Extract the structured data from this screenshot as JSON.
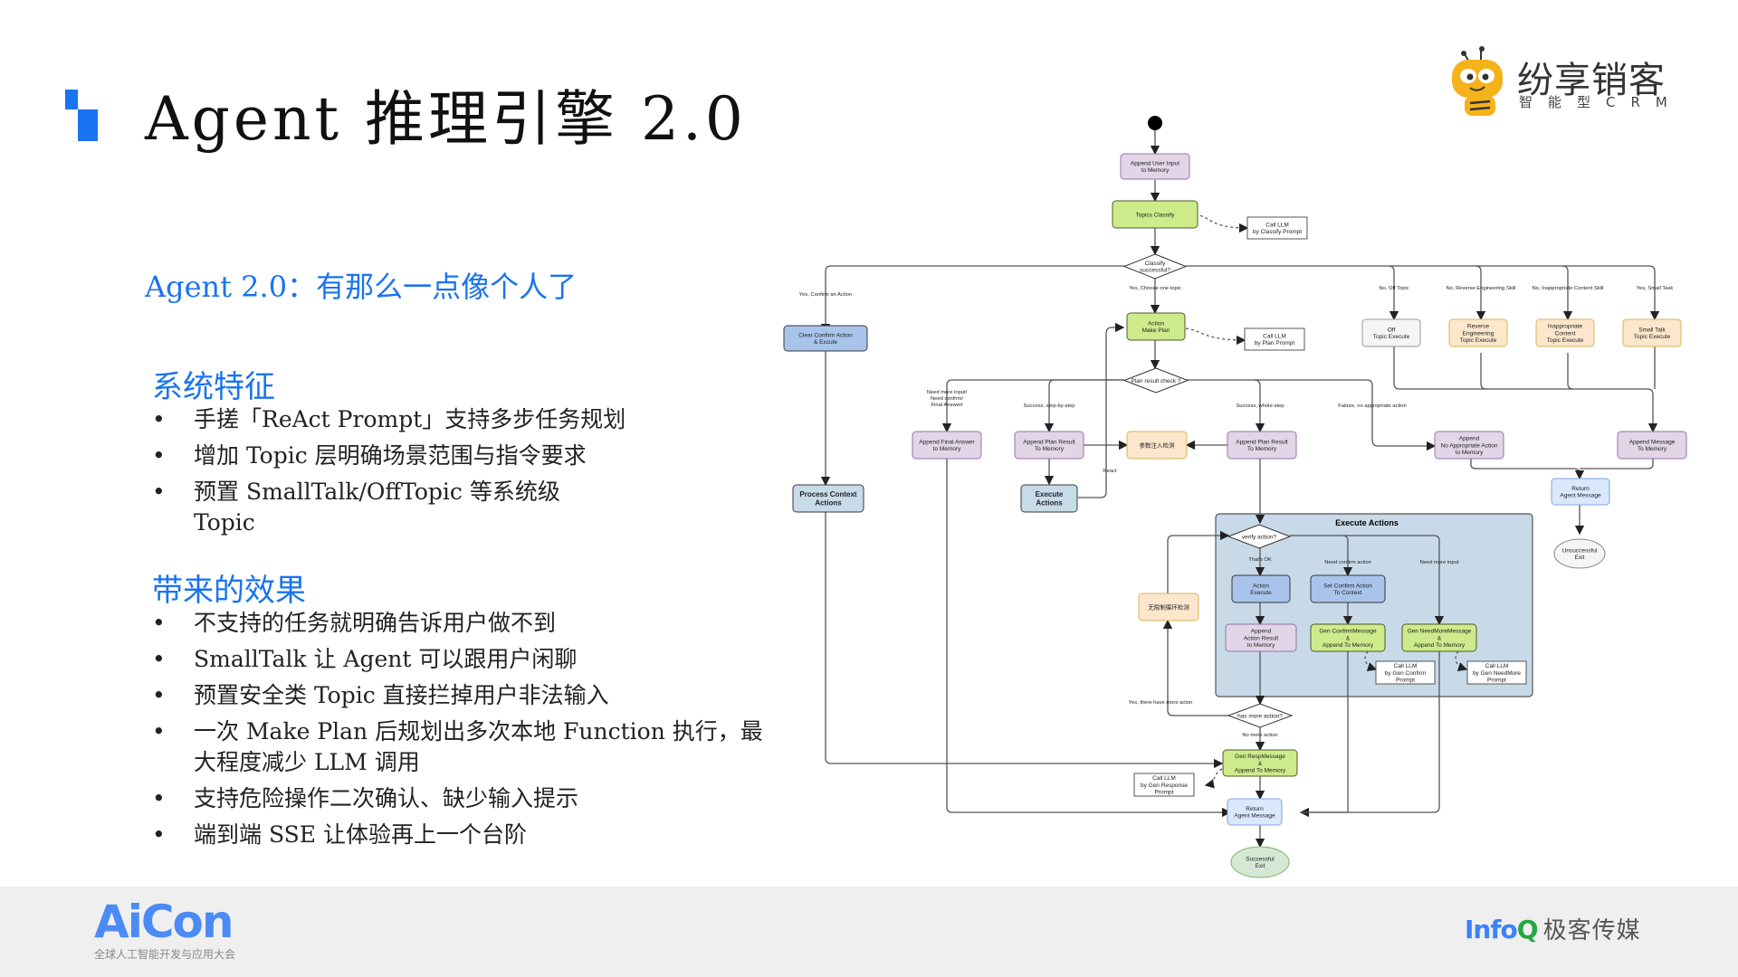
{
  "slide": {
    "title": "Agent 推理引擎 2.0",
    "subtitle": "Agent 2.0：有那么一点像个人了",
    "brand": {
      "name": "纷享销客",
      "tagline": "智能型CRM",
      "accent": "#f5b21a"
    },
    "accent_color": "#1a73f0"
  },
  "sections": [
    {
      "heading": "系统特征",
      "items": [
        "手搓「ReAct Prompt」支持多步任务规划",
        "增加 Topic 层明确场景范围与指令要求",
        "预置 SmallTalk/OffTopic 等系统级 Topic"
      ]
    },
    {
      "heading": "带来的效果",
      "items": [
        "不支持的任务就明确告诉用户做不到",
        "SmallTalk 让 Agent 可以跟用户闲聊",
        "预置安全类 Topic 直接拦掉用户非法输入",
        "一次 Make Plan 后规划出多次本地 Function 执行，最大程度减少 LLM 调用",
        "支持危险操作二次确认、缺少输入提示",
        "端到端 SSE 让体验再上一个台阶"
      ]
    }
  ],
  "footer": {
    "left_logo": "AiCon",
    "left_caption": "全球人工智能开发与应用大会",
    "right_logo_a": "Info",
    "right_logo_q": "Q",
    "right_logo_cn": "极客传媒"
  },
  "diagram": {
    "colors": {
      "purple_fill": "#e1d5e7",
      "purple_stroke": "#9673a6",
      "green_fill": "#cdeb8b",
      "green_stroke": "#36393d",
      "blue_fill": "#a9c4eb",
      "blue_stroke": "#36393d",
      "steel_fill": "#c7dbe9",
      "orange_fill": "#fce6cc",
      "orange_stroke": "#d6b656",
      "gray_fill": "#f5f5f5",
      "light_blue_fill": "#dae8fc",
      "success_fill": "#d5e8d4",
      "group_fill": "#c8dae8"
    },
    "nodes": {
      "append_user_input": "Append User Input\nto Memory",
      "topics_classify": "Topics Classify",
      "call_llm_classify": "Call LLM\nby Classify Prompt",
      "classify_decision": "Classify\nsuccessful?",
      "clear_confirm": "Clear Confirm Action\n& Excute",
      "action_make_plan": "Action\nMake Plan",
      "call_llm_plan": "Call LLM\nby Plan Prompt",
      "off_topic": "Off\nTopic Execute",
      "reverse_eng": "Reverse\nEngineering\nTopic Execute",
      "inappropriate": "Inappropriate\nContent\nTopic Execute",
      "small_talk": "Small Talk\nTopic Execute",
      "plan_check": "Plan result check ?",
      "append_final_answer": "Append Final Answer\nto Memory",
      "append_plan_result_step": "Append Plan Result\nTo Memory",
      "param_injection": "参数注入检测",
      "append_plan_result_whole": "Append Plan Result\nTo Memory",
      "append_no_action": "Append\nNo Appropriate Action\nto Memory",
      "append_message": "Append Message\nTo Memory",
      "process_context": "Process Context\nActions",
      "execute_actions": "Execute\nActions",
      "return_agent_msg_1": "Return\nAgent Message",
      "unsuccessful_exit": "Unsuccessful\nExit",
      "group_title": "Execute Actions",
      "verify_action": "verify action?",
      "action_execute": "Action\nExecute",
      "set_confirm": "Set Confirm Action\nTo Context",
      "loop_detect": "无限制循环检测",
      "append_action_result": "Append\nAction Result\nto Memory",
      "gen_confirm": "Gen ConfirmMessage\n&\nAppend To Memory",
      "gen_needmore": "Gen NeedMoreMessage\n&\nAppend To Memory",
      "call_llm_confirm": "Call LLM\nby Gen Confirm\nPrompt",
      "call_llm_needmore": "Call LLM\nby Gen NeedMore\nPrompt",
      "has_more": "has more action?",
      "gen_resp": "Gen RespMessage\n&\nAppend To Memory",
      "call_llm_resp": "Call LLM\nby Gen Response\nPrompt",
      "return_agent_msg_2": "Return\nAgent Message",
      "successful_exit": "Successful\nExit"
    },
    "edge_labels": {
      "confirm_action": "Yes, Confirm an Action",
      "choose_topic": "Yes, Choose one topic",
      "off_topic": "No, Off Topic",
      "reverse_eng": "No, Reverse Engineering Skill",
      "inappropriate": "No, Inappropriate Content Skill",
      "small_task": "Yes, Small Task",
      "need_more": "Need more input/\nNeed confirm/\nFinal Answert",
      "step_by_step": "Success, step-by-step",
      "whole_step": "Success, whole-step",
      "failure": "Failure, no appropriate action",
      "react": "React",
      "thats_ok": "That's OK",
      "need_confirm": "Need confirm action",
      "need_more_input": "Need more input",
      "more_action": "Yes, there have more acton",
      "no_more": "No more action"
    }
  }
}
